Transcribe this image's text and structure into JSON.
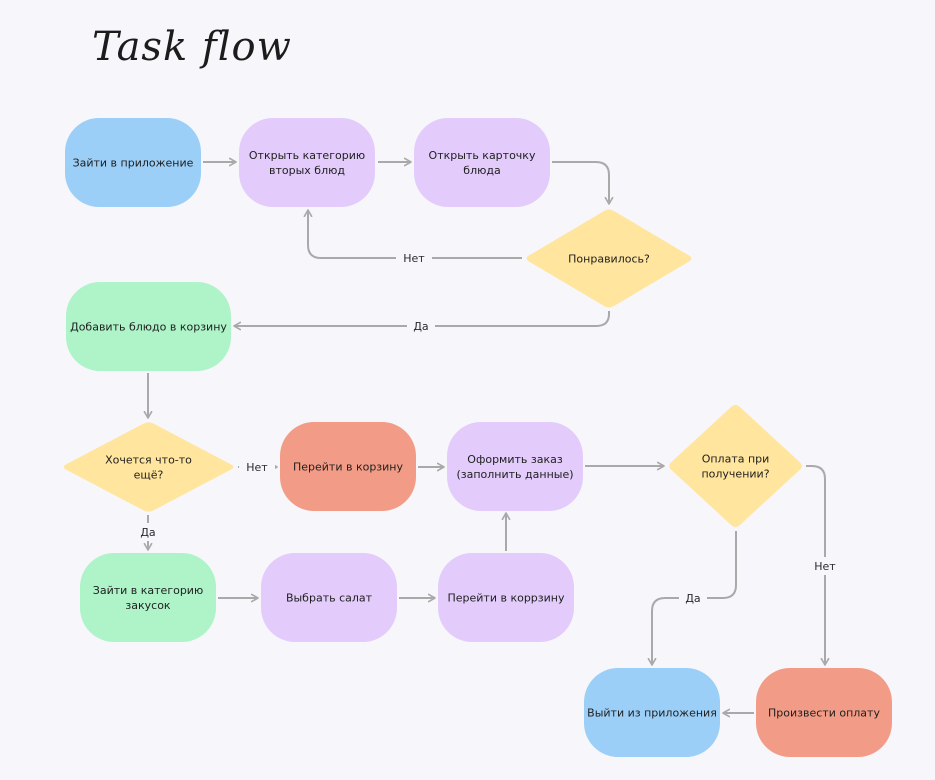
{
  "title": "Task flow",
  "colors": {
    "blue": "#9ccff7",
    "purple": "#e3ccfb",
    "yellow": "#ffe59d",
    "green": "#aef4c8",
    "salmon": "#f29c87",
    "edge": "#a9a9a9",
    "background": "#f7f7fb"
  },
  "nodes": {
    "enter_app": {
      "lines": [
        "Зайти в приложение"
      ]
    },
    "open_category": {
      "lines": [
        "Открыть категорию",
        "вторых блюд"
      ]
    },
    "open_card": {
      "lines": [
        "Открыть карточку",
        "блюда"
      ]
    },
    "liked": {
      "lines": [
        "Понравилось?"
      ]
    },
    "add_to_cart": {
      "lines": [
        "Добавить блюдо в корзину"
      ]
    },
    "want_more": {
      "lines": [
        "Хочется что-то",
        "ещё?"
      ]
    },
    "go_cart": {
      "lines": [
        "Перейти в корзину"
      ]
    },
    "checkout": {
      "lines": [
        "Оформить заказ",
        "(заполнить данные)"
      ]
    },
    "pay_on_delivery": {
      "lines": [
        "Оплата при",
        "получении?"
      ]
    },
    "snacks_category": {
      "lines": [
        "Зайти в категорию",
        "закусок"
      ]
    },
    "choose_salad": {
      "lines": [
        "Выбрать салат"
      ]
    },
    "go_cart2": {
      "lines": [
        "Перейти в коррзину"
      ]
    },
    "exit_app": {
      "lines": [
        "Выйти из приложения"
      ]
    },
    "pay": {
      "lines": [
        "Произвести оплату"
      ]
    }
  },
  "edge_labels": {
    "liked_no": "Нет",
    "liked_yes": "Да",
    "more_no": "Нет",
    "more_yes": "Да",
    "pay_yes": "Да",
    "pay_no": "Нет"
  }
}
